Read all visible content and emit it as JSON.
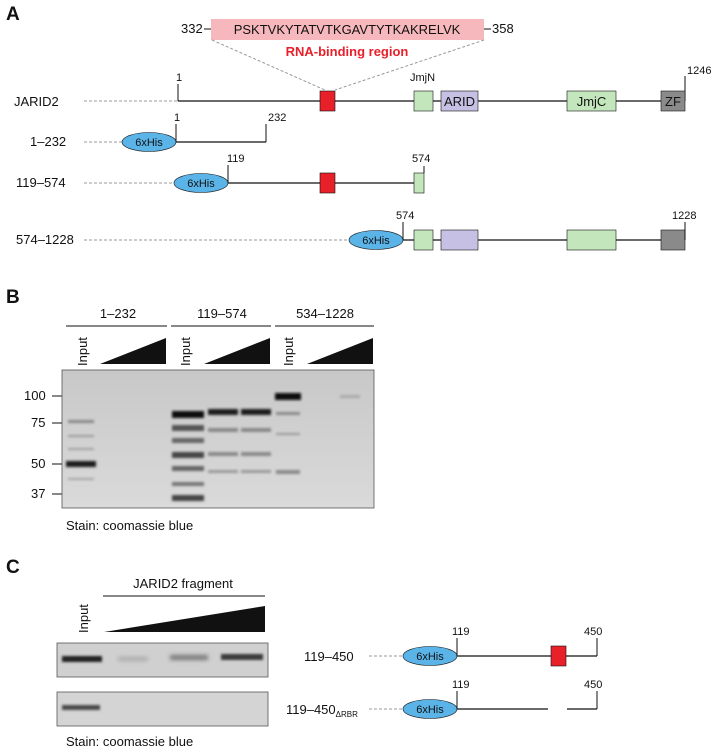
{
  "panel_a": {
    "label": "A",
    "sequence": {
      "start": "332",
      "text": "PSKTVKYTATVTKGAVTYTKAKRELVK",
      "end": "358",
      "region_label": "RNA-binding region"
    },
    "constructs": [
      {
        "name": "JARID2",
        "start": "1",
        "end": "1246",
        "jmjn": "JmjN",
        "arid": "ARID",
        "jmjc": "JmjC",
        "zf": "ZF"
      },
      {
        "name": "1–232",
        "tag": "6xHis",
        "start": "1",
        "end": "232"
      },
      {
        "name": "119–574",
        "tag": "6xHis",
        "start": "119",
        "end": "574"
      },
      {
        "name": "574–1228",
        "tag": "6xHis",
        "start": "574",
        "end": "1228"
      }
    ]
  },
  "panel_b": {
    "label": "B",
    "groups": [
      "1–232",
      "119–574",
      "534–1228"
    ],
    "lane_label": "Input",
    "markers": [
      "100",
      "75",
      "50",
      "37"
    ],
    "stain": "Stain: coomassie blue"
  },
  "panel_c": {
    "label": "C",
    "header": "JARID2 fragment",
    "lane_label": "Input",
    "stain": "Stain: coomassie blue",
    "constructs": [
      {
        "name": "119–450",
        "subscript": "",
        "tag": "6xHis",
        "start": "119",
        "end": "450"
      },
      {
        "name": "119–450",
        "subscript": "ΔRBR",
        "tag": "6xHis",
        "start": "119",
        "end": "450"
      }
    ]
  },
  "colors": {
    "rbr_red": "#e8202a",
    "seq_pink": "#f6b8bc",
    "his_blue": "#5bb4e8",
    "jmj_green": "#c4e6bd",
    "arid_purple": "#c6c1e4",
    "zf_gray": "#8a8a8a"
  }
}
